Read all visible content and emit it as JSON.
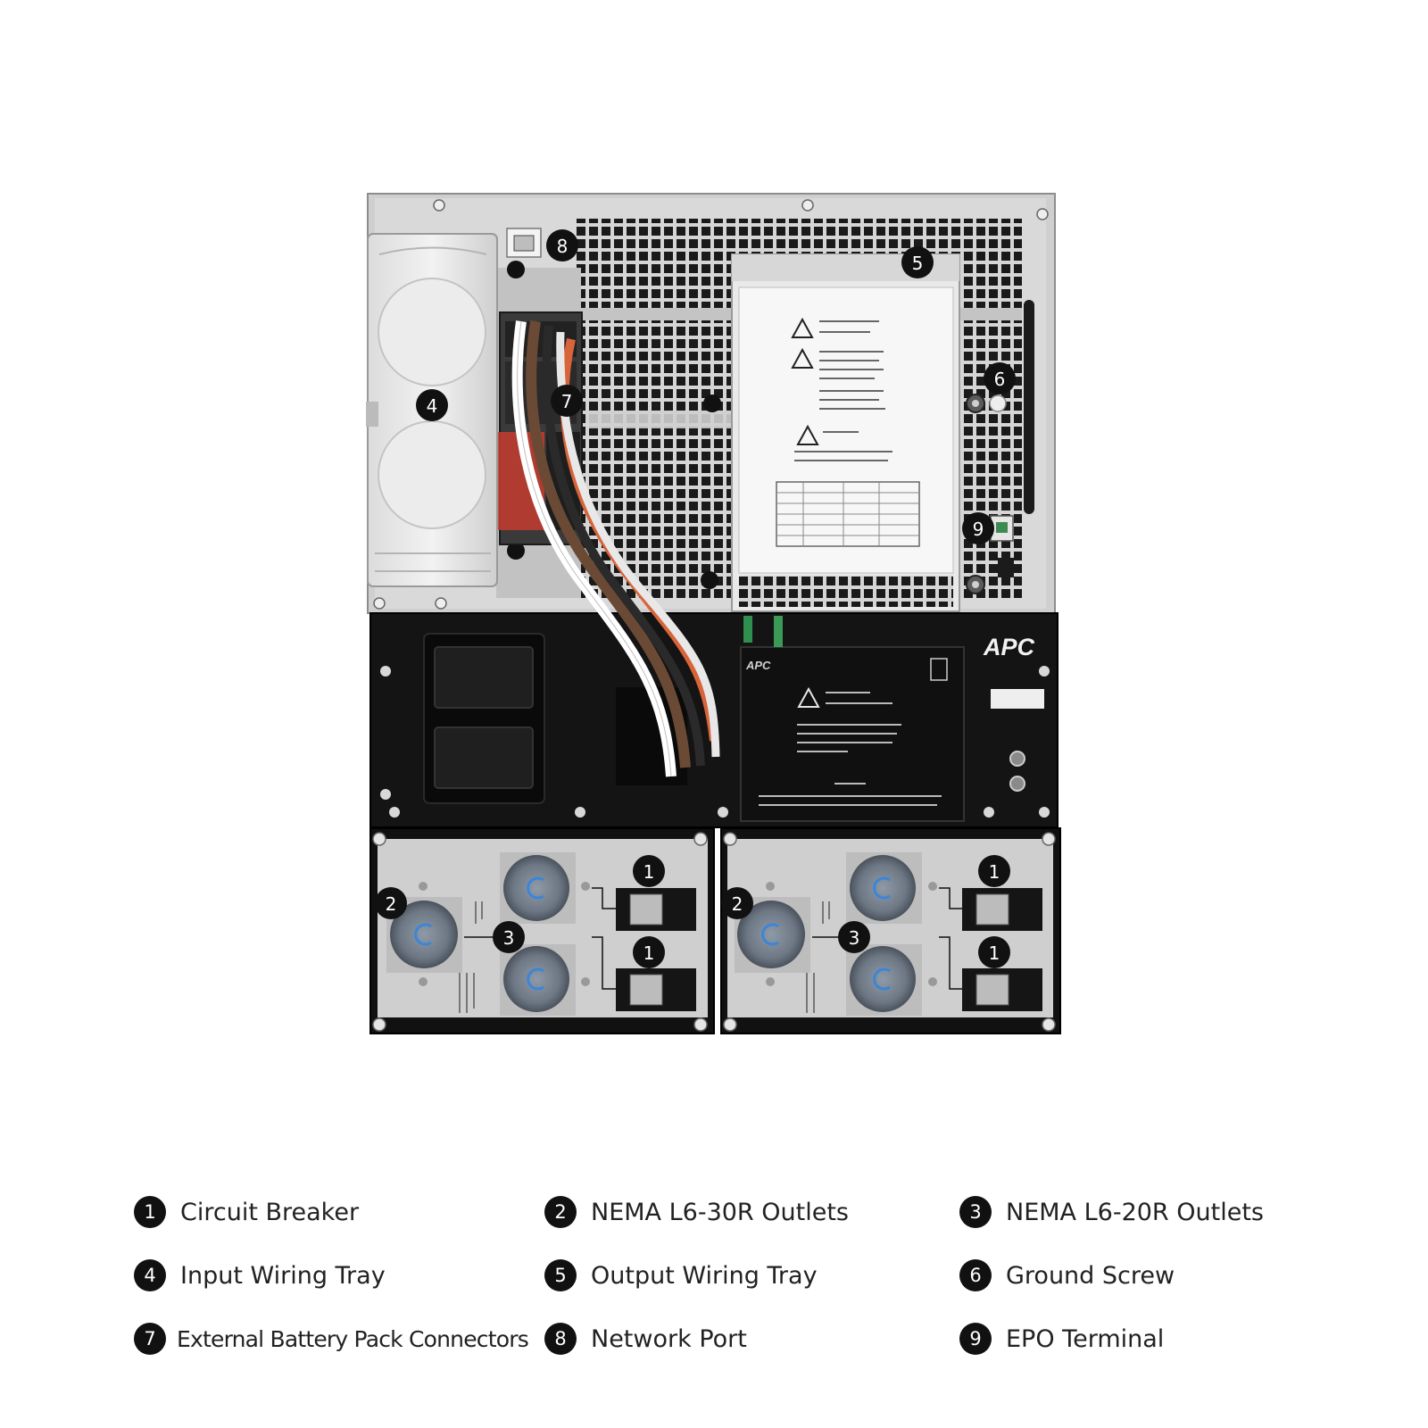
{
  "unit": {
    "brand_logo": "APC",
    "callouts": [
      "1",
      "2",
      "3",
      "4",
      "5",
      "6",
      "7",
      "8",
      "9"
    ]
  },
  "legend": [
    {
      "number": "1",
      "label": "Circuit Breaker"
    },
    {
      "number": "2",
      "label": "NEMA L6-30R Outlets"
    },
    {
      "number": "3",
      "label": "NEMA L6-20R Outlets"
    },
    {
      "number": "4",
      "label": "Input Wiring Tray"
    },
    {
      "number": "5",
      "label": "Output Wiring Tray"
    },
    {
      "number": "6",
      "label": "Ground Screw"
    },
    {
      "number": "7",
      "label": "External Battery Pack Connectors"
    },
    {
      "number": "8",
      "label": "Network Port"
    },
    {
      "number": "9",
      "label": "EPO Terminal"
    }
  ],
  "colors": {
    "chassis_silver": "#c9c9c9",
    "chassis_black": "#141414",
    "callout_badge": "#111111",
    "outlet_blue": "#3a86d8",
    "ground_wire": "#2f8f4e",
    "orange_wire": "#d8643a"
  }
}
